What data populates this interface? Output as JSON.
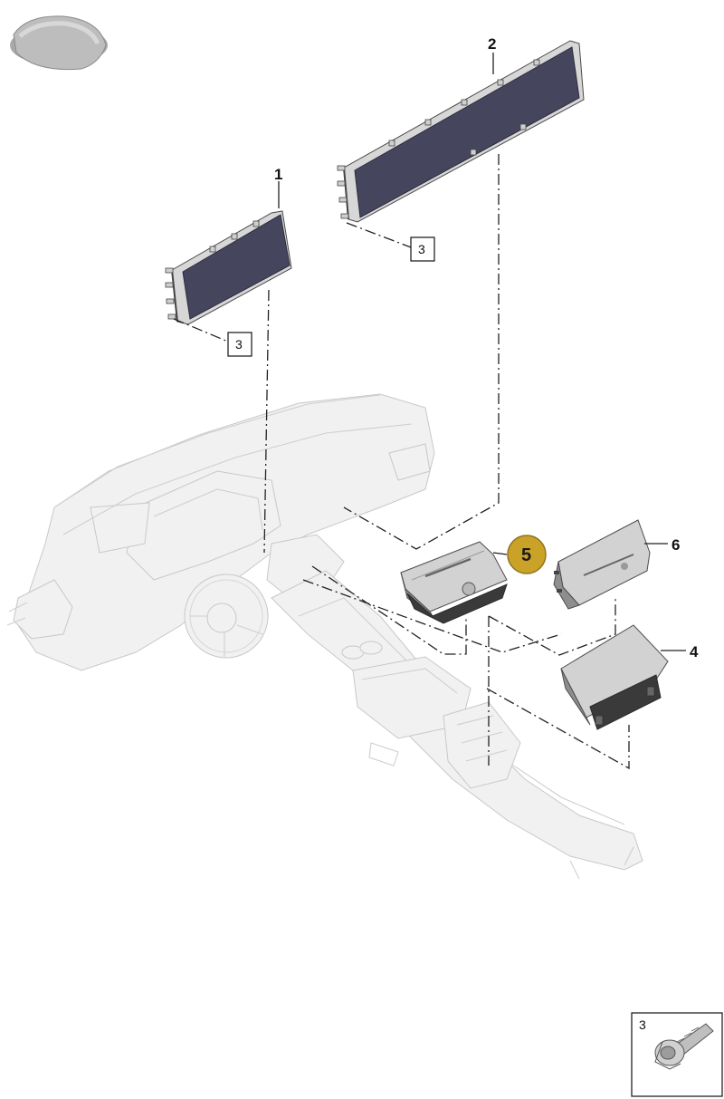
{
  "diagram": {
    "callouts": [
      {
        "id": "c1",
        "label": "1"
      },
      {
        "id": "c2",
        "label": "2"
      },
      {
        "id": "c3a",
        "label": "3"
      },
      {
        "id": "c3b",
        "label": "3"
      },
      {
        "id": "c4",
        "label": "4"
      },
      {
        "id": "c5",
        "label": "5",
        "highlighted": true
      },
      {
        "id": "c6",
        "label": "6"
      }
    ],
    "inset": {
      "label": "3"
    },
    "colors": {
      "highlight": "#c9a227",
      "screen": "#45455e",
      "ghost_fill": "#f1f1f1",
      "line": "#222222"
    }
  }
}
